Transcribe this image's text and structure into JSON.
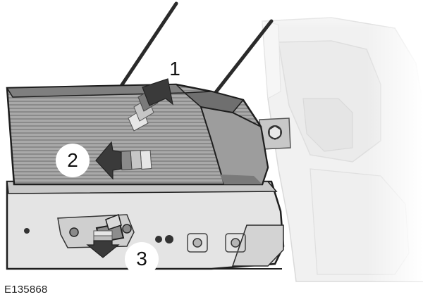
{
  "figure": {
    "id_label": "E135868",
    "step_labels": [
      "1",
      "2",
      "3"
    ]
  },
  "palette": {
    "arrow_dark": "#3a3a3a",
    "arrow_light": "#cfcfcf",
    "metal_mid": "#9a9a9a",
    "metal_light": "#d9d9d9",
    "outline": "#1e1e1e"
  },
  "icons": [
    "step-arrow-up-icon",
    "step-arrow-left-icon",
    "step-arrow-down-icon",
    "bolt-icon"
  ]
}
